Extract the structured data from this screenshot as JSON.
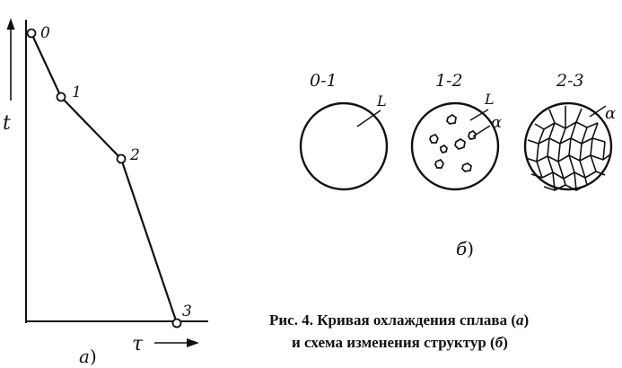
{
  "figure": {
    "graph": {
      "axis_y_label": "t",
      "axis_x_label": "τ",
      "points": [
        {
          "label": "0"
        },
        {
          "label": "1"
        },
        {
          "label": "2"
        },
        {
          "label": "3"
        }
      ],
      "part_label": "а"
    },
    "structures": {
      "stages": [
        {
          "label": "0-1",
          "phase": "L"
        },
        {
          "label": "1-2",
          "phase_liquid": "L",
          "phase_solid": "α"
        },
        {
          "label": "2-3",
          "phase": "α"
        }
      ],
      "part_label": "б"
    },
    "caption": {
      "line1": "Рис. 4. Кривая охлаждения сплава (",
      "line1_part": "а",
      "line1_end": ")",
      "line2": "и схема изменения структур (",
      "line2_part": "б",
      "line2_end": ")"
    }
  }
}
